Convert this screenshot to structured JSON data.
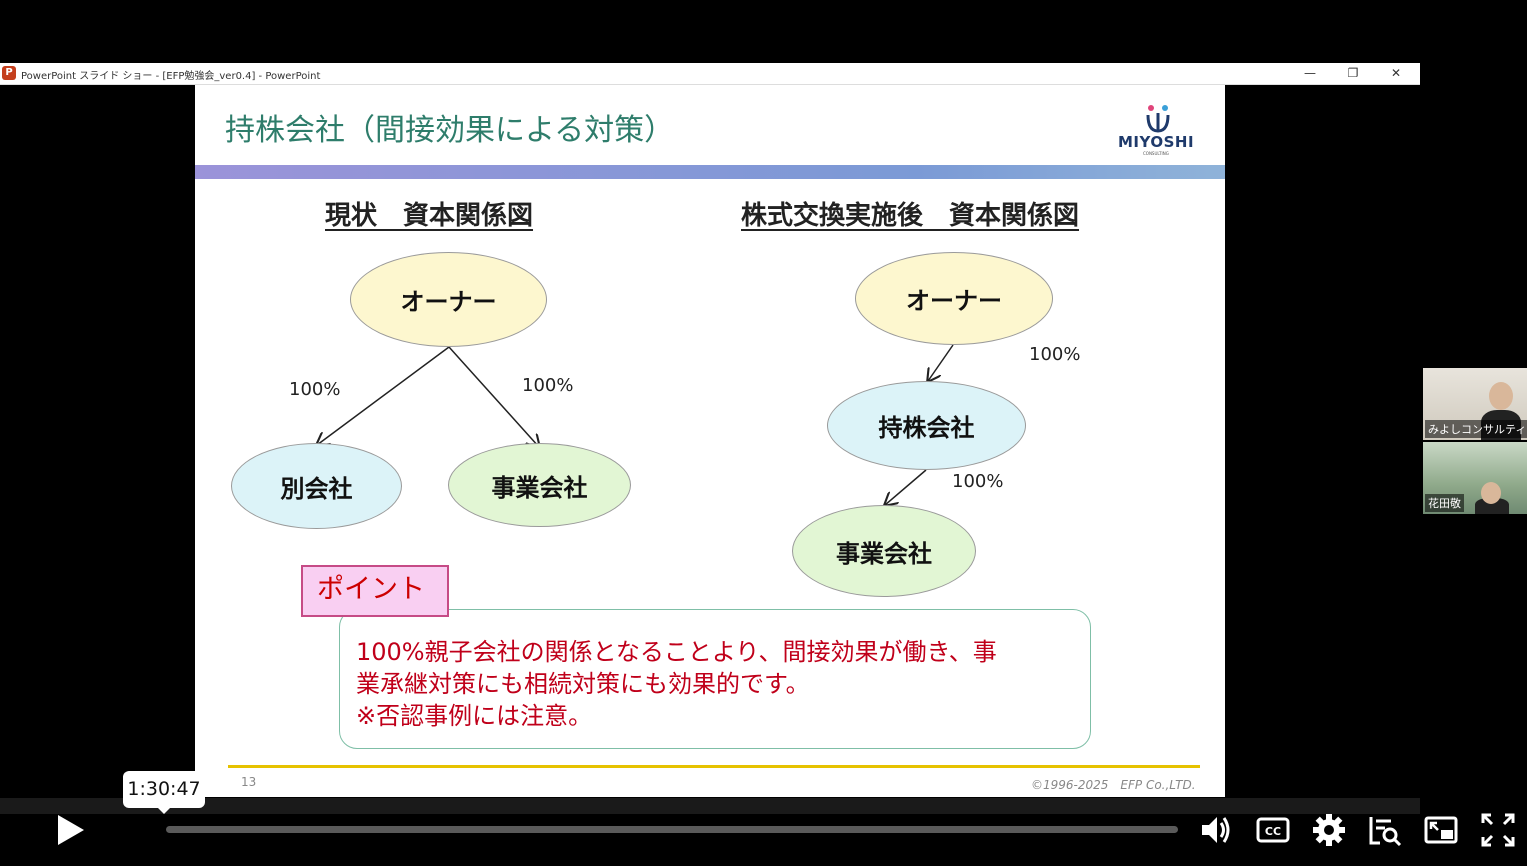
{
  "window": {
    "title": "PowerPoint スライド ショー - [EFP勉強会_ver0.4] - PowerPoint",
    "app_icon": "P",
    "minimize": "—",
    "restore": "❐",
    "close": "✕"
  },
  "slide": {
    "title": "持株会社（間接効果による対策）",
    "logo": {
      "name": "MIYOSHI",
      "sub": "CONSULTING"
    },
    "left_heading": "現状　資本関係図",
    "right_heading": "株式交換実施後　資本関係図",
    "left": {
      "owner": "オーナー",
      "child1": "別会社",
      "child2": "事業会社",
      "pct1": "100%",
      "pct2": "100%"
    },
    "right": {
      "owner": "オーナー",
      "holding": "持株会社",
      "operating": "事業会社",
      "pct1": "100%",
      "pct2": "100%"
    },
    "point_label": "ポイント",
    "point_lines": [
      "100%親子会社の関係となることより、間接効果が働き、事",
      "業承継対策にも相続対策にも効果的です。",
      "※否認事例には注意。"
    ],
    "page_number": "13",
    "copyright": "©1996-2025　EFP Co.,LTD."
  },
  "participants": [
    {
      "name": "みよしコンサルティング"
    },
    {
      "name": "花田敬"
    }
  ],
  "player": {
    "time_tooltip": "1:30:47",
    "icons": [
      "play-icon",
      "volume-icon",
      "cc-icon",
      "settings-icon",
      "chapters-icon",
      "pip-icon",
      "fullscreen-icon"
    ],
    "accent": "#ffffff"
  }
}
